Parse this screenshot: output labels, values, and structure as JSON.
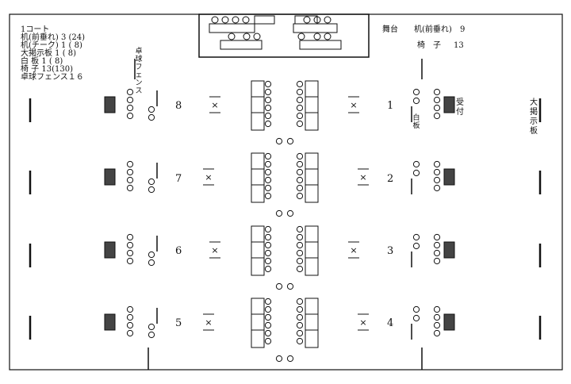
{
  "legend": [
    "1コート",
    "机(前垂れ) 3 (24)",
    "机(チーク) 1 ( 8)",
    "大掲示板   1 ( 8)",
    "白  板     1 ( 8)",
    "椅  子    13(130)",
    "卓球フェンス１６"
  ],
  "stage": {
    "label": "舞台",
    "desk_label": "机(前垂れ)",
    "desk_count": "9",
    "chair_label": "椅　子",
    "chair_count": "13"
  },
  "fence_label": "卓球フェンス",
  "whiteboard_label": "白板",
  "reception_label": "受付",
  "big_board_label": "大掲示板",
  "courts_left": [
    "8",
    "7",
    "6",
    "5"
  ],
  "courts_right": [
    "1",
    "2",
    "3",
    "4"
  ],
  "net_mark": "×"
}
